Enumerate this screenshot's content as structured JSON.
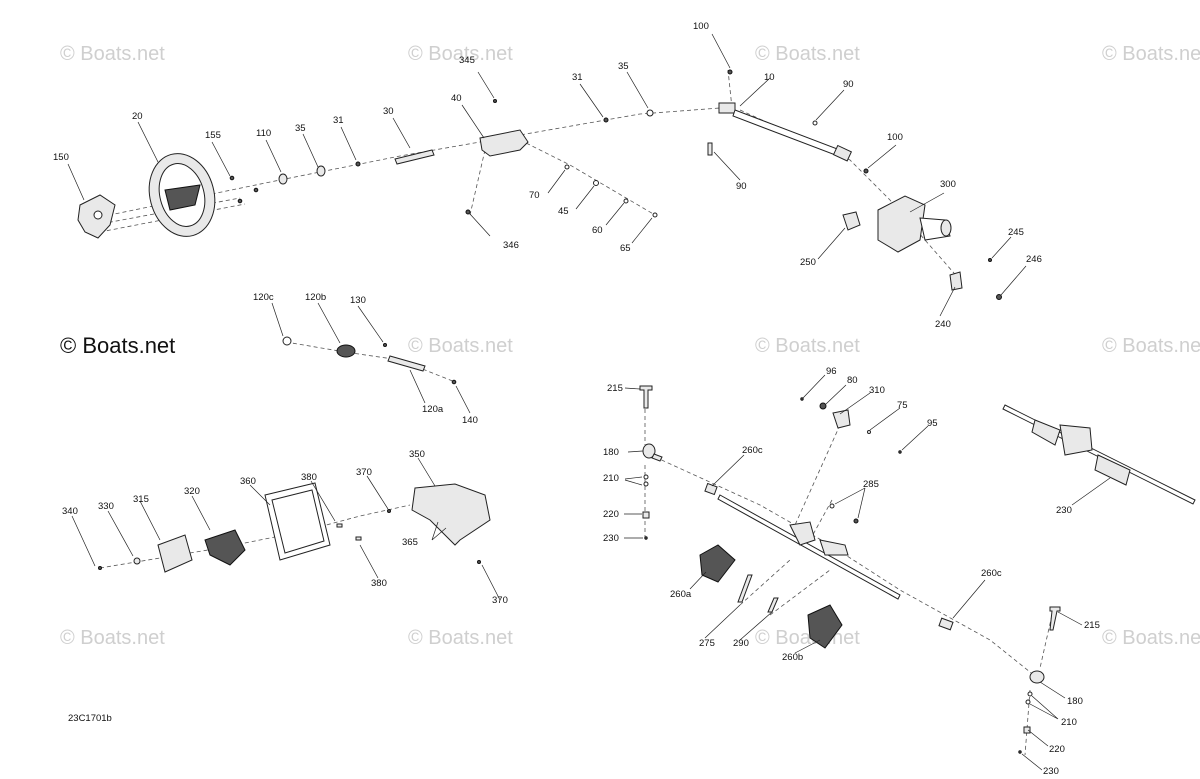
{
  "watermark": "© Boats.net",
  "figure_ref": "23C1701b",
  "labels": {
    "l150": "150",
    "l20": "20",
    "l155": "155",
    "l110": "110",
    "l35a": "35",
    "l31a": "31",
    "l30": "30",
    "l345": "345",
    "l40": "40",
    "l31b": "31",
    "l35b": "35",
    "l100a": "100",
    "l10": "10",
    "l90a": "90",
    "l100b": "100",
    "l90b": "90",
    "l300": "300",
    "l70": "70",
    "l45": "45",
    "l60": "60",
    "l65": "65",
    "l346": "346",
    "l250": "250",
    "l245": "245",
    "l246": "246",
    "l240": "240",
    "l120c": "120c",
    "l120b": "120b",
    "l130": "130",
    "l120a": "120a",
    "l140": "140",
    "l340": "340",
    "l330": "330",
    "l315": "315",
    "l320": "320",
    "l360": "360",
    "l380a": "380",
    "l370a": "370",
    "l350": "350",
    "l365": "365",
    "l380b": "380",
    "l370b": "370",
    "l215a": "215",
    "l180a": "180",
    "l210a": "210",
    "l220a": "220",
    "l230a": "230",
    "l260c_a": "260c",
    "l96": "96",
    "l80": "80",
    "l310": "310",
    "l75": "75",
    "l95": "95",
    "l285": "285",
    "l260a": "260a",
    "l275": "275",
    "l290": "290",
    "l260b": "260b",
    "l260c_b": "260c",
    "l230_rack": "230",
    "l215b": "215",
    "l180b": "180",
    "l210b": "210",
    "l220b": "220",
    "l230b": "230"
  },
  "icons": [
    "airbag-cover-icon",
    "steering-wheel-icon",
    "steering-column-icon",
    "power-steering-unit-icon",
    "steering-rack-icon",
    "rubber-boot-icon",
    "tie-rod-end-icon",
    "dash-cover-icon",
    "bolt-icon",
    "nut-icon"
  ]
}
